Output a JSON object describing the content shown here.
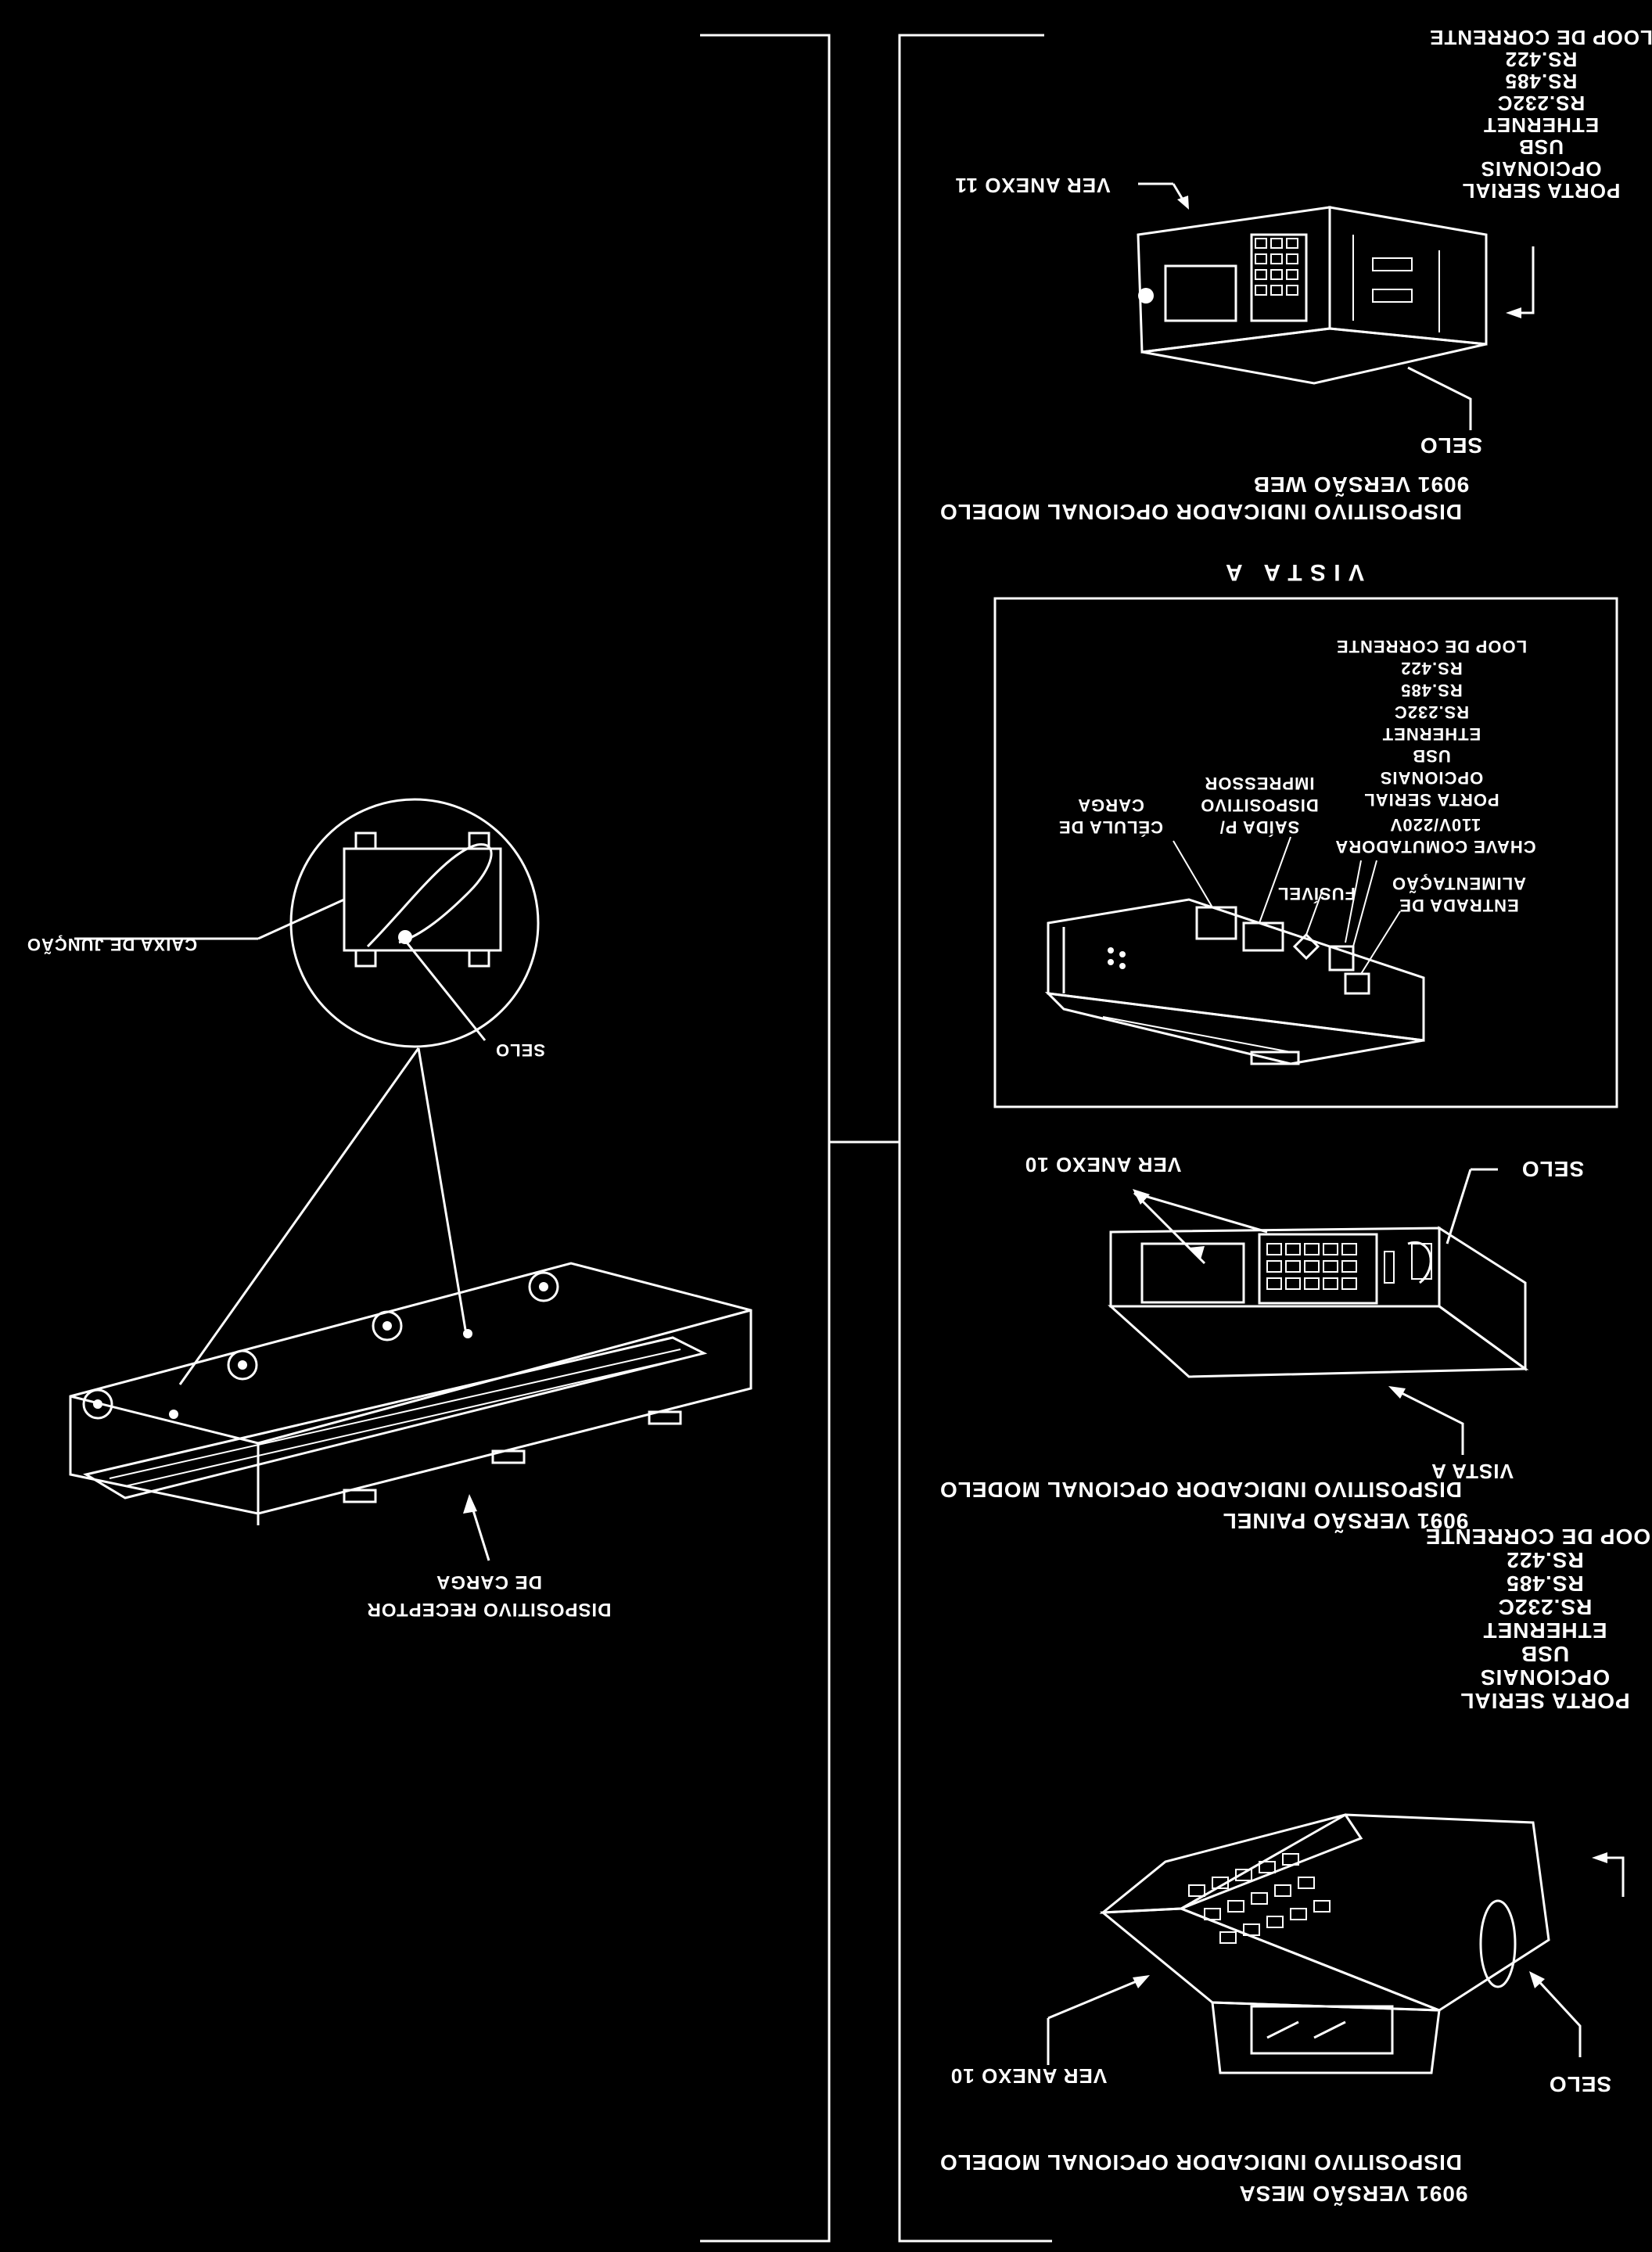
{
  "web_model": {
    "title_line1": "DISPOSITIVO INDICADOR OPCIONAL MODELO",
    "title_line2": "9091 VERSÃO WEB",
    "ref_label": "VER ANEXO 11",
    "seal_label": "SELO",
    "serial_options": [
      "PORTA SERIAL",
      "OPCIONAIS",
      "USB",
      "ETHERNET",
      "RS.232C",
      "RS.485",
      "RS.422",
      "LOOP DE CORRENTE"
    ]
  },
  "vista_a": {
    "title": "V I S T A   A",
    "serial_options": [
      "PORTA SERIAL",
      "OPCIONAIS",
      "USB",
      "ETHERNET",
      "RS.232C",
      "RS.485",
      "RS.422",
      "LOOP DE CORRENTE"
    ],
    "switch_label": [
      "CHAVE COMUTADORA",
      "110V/220V"
    ],
    "power_label": [
      "ENTRADA DE",
      "ALIMENTAÇÃO"
    ],
    "fuse_label": "FUSÍVEL",
    "printer_label": [
      "SAÍDA P/",
      "DISPOSITIVO",
      "IMPRESSOR"
    ],
    "load_cell_label": [
      "CÉLULA DE",
      "CARGA"
    ]
  },
  "panel_model": {
    "title_line1": "DISPOSITIVO INDICADOR OPCIONAL MODELO",
    "title_line2": "9091 VERSÃO PAINEL",
    "ref_label": "VER ANEXO 10",
    "seal_label": "SELO",
    "view_label": "VISTA A"
  },
  "desk_model": {
    "title_line1": "DISPOSITIVO INDICADOR OPCIONAL MODELO",
    "title_line2": "9091 VERSÃO MESA",
    "ref_label": "VER ANEXO 10",
    "seal_label": "SELO",
    "serial_options": [
      "PORTA SERIAL",
      "OPCIONAIS",
      "USB",
      "ETHERNET",
      "RS.232C",
      "RS.485",
      "RS.422",
      "LOOP DE CORRENTE"
    ]
  },
  "receiver": {
    "label_line1": "DISPOSITIVO RECEPTOR",
    "label_line2": "DE CARGA",
    "junction_box_label": "CAIXA DE JUNÇÃO",
    "seal_label": "SELO"
  }
}
